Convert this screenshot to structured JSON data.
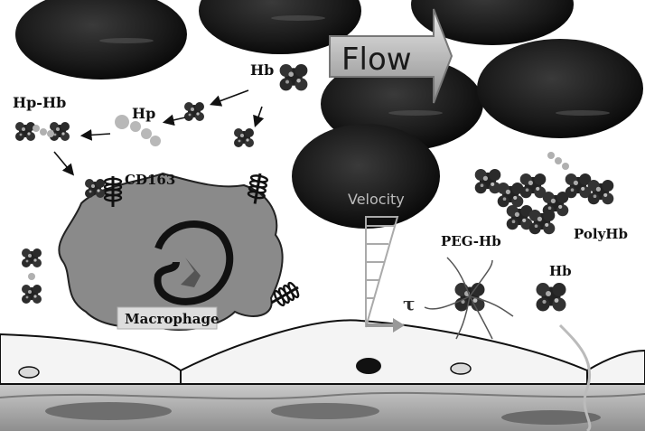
{
  "labels": {
    "flow": "Flow",
    "hb_top": "Hb",
    "hp": "Hp",
    "hp_hb": "Hp-Hb",
    "cd163": "CD163",
    "velocity": "Velocity",
    "peg_hb": "PEG-Hb",
    "polyhb": "PolyHb",
    "hb_right": "Hb",
    "tau": "τ",
    "macrophage": "Macrophage"
  },
  "colors": {
    "rbc": "#1c1c1c",
    "macrophage": "#8a8a8a",
    "endothelium": "#f2f2f2",
    "tissue": "#b5b5b5",
    "arrow": "#9a9a9a"
  },
  "icons": {
    "rbc": "red-blood-cell-icon",
    "hb": "hemoglobin-molecule-icon",
    "receptor": "cd163-receptor-icon"
  }
}
